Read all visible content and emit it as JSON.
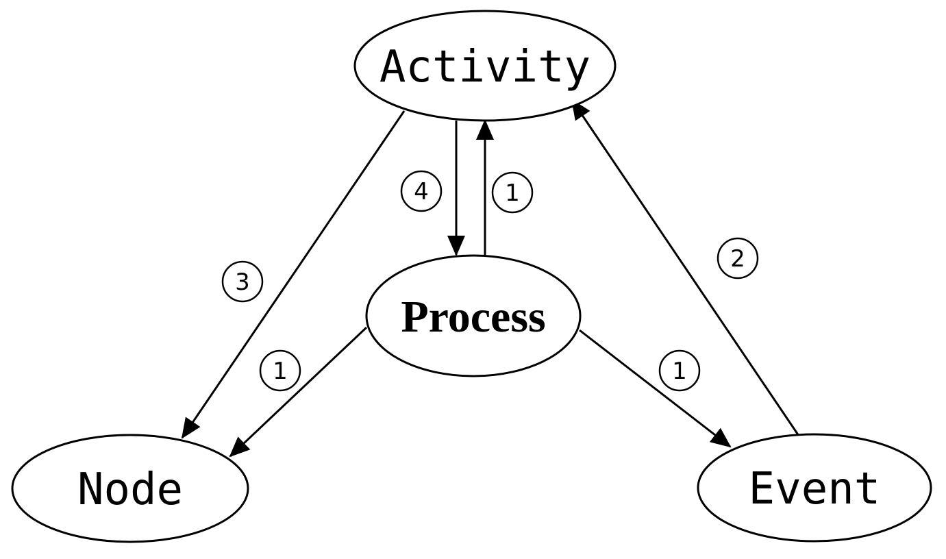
{
  "nodes": {
    "activity": "Activity",
    "process": "Process",
    "node": "Node",
    "event": "Event"
  },
  "edges": [
    {
      "from": "activity",
      "to": "process",
      "label": "4"
    },
    {
      "from": "process",
      "to": "activity",
      "label": "1"
    },
    {
      "from": "event",
      "to": "activity",
      "label": "2"
    },
    {
      "from": "activity",
      "to": "node",
      "label": "3"
    },
    {
      "from": "process",
      "to": "node",
      "label": "1"
    },
    {
      "from": "process",
      "to": "event",
      "label": "1"
    }
  ],
  "colors": {
    "stroke": "#000000",
    "background": "#ffffff"
  }
}
